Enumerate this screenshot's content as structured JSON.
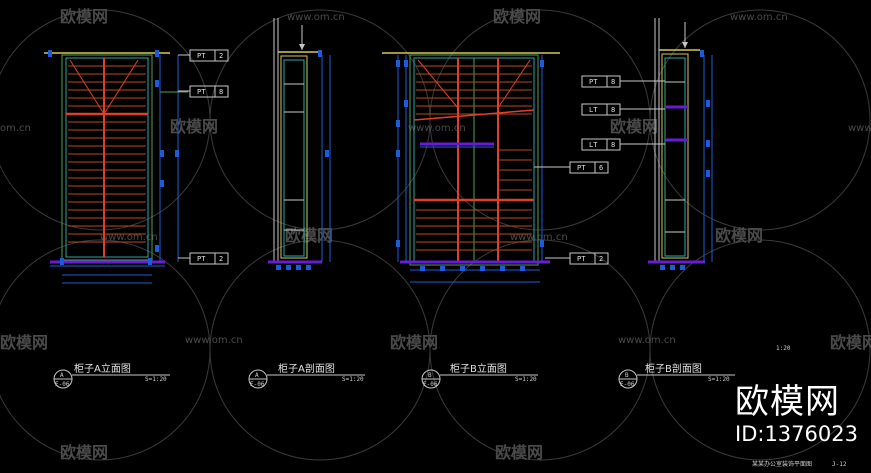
{
  "watermark": {
    "logo_text": "欧模网",
    "url_text": "www.om.cn",
    "url_partial": "om.cn"
  },
  "brand": {
    "name": "欧模网",
    "id": "ID:1376023"
  },
  "drawings": [
    {
      "title": "柜子A立面图",
      "bubble_top": "A",
      "bubble_bottom": "E-06",
      "scale": "S=1:20"
    },
    {
      "title": "柜子A剖面图",
      "bubble_top": "A",
      "bubble_bottom": "E-06",
      "scale": "S=1:20"
    },
    {
      "title": "柜子B立面图",
      "bubble_top": "B",
      "bubble_bottom": "E-06",
      "scale": "S=1:20"
    },
    {
      "title": "柜子B剖面图",
      "bubble_top": "B",
      "bubble_bottom": "E-06",
      "scale": "S=1:20"
    }
  ],
  "tags": [
    {
      "label": "PT",
      "num": "2"
    },
    {
      "label": "PT",
      "num": "8"
    },
    {
      "label": "PT",
      "num": "2"
    },
    {
      "label": "PT",
      "num": "8"
    },
    {
      "label": "LT",
      "num": "8"
    },
    {
      "label": "LT",
      "num": "8"
    },
    {
      "label": "PT",
      "num": "6"
    },
    {
      "label": "PT",
      "num": "2"
    }
  ],
  "sheet": {
    "scale_note": "1:20",
    "sheet_title": "某某办公室装饰平面图",
    "sheet_no": "J-12"
  },
  "colors": {
    "background": "#000000",
    "wood": "#b84a1a",
    "frame_green": "#4fa05a",
    "frame_cyan": "#2aa8a0",
    "dimension_blue": "#1e5bd8",
    "outline_yellow": "#d6c850",
    "accent_red": "#e0402a",
    "accent_purple": "#6a1bd8",
    "line_gray": "#c8c8c8"
  }
}
